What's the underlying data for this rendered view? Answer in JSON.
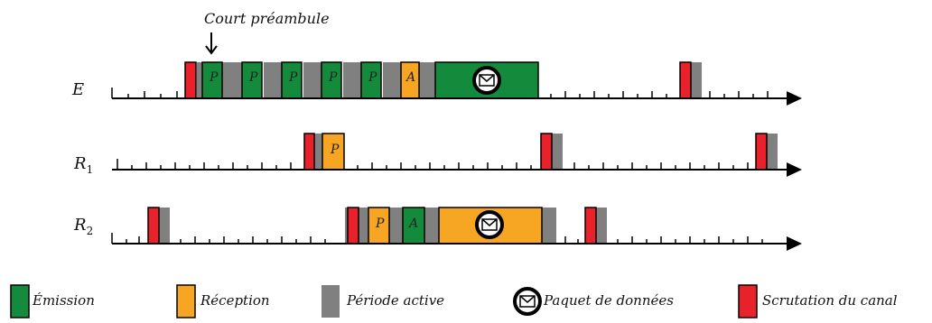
{
  "annotation": "Court préambule",
  "timelines": [
    {
      "id": "E",
      "label": "E",
      "sub": ""
    },
    {
      "id": "R1",
      "label": "R",
      "sub": "1"
    },
    {
      "id": "R2",
      "label": "R",
      "sub": "2"
    }
  ],
  "block_letters": {
    "preamble": "P",
    "ack": "A"
  },
  "legend": {
    "emission": "Émission",
    "reception": "Réception",
    "active": "Période active",
    "packet": "Paquet de données",
    "poll": "Scrutation du canal"
  },
  "colors": {
    "emission": "#138a3c",
    "reception": "#f7a623",
    "active": "#808080",
    "poll": "#e8212a",
    "axis": "#000000"
  }
}
